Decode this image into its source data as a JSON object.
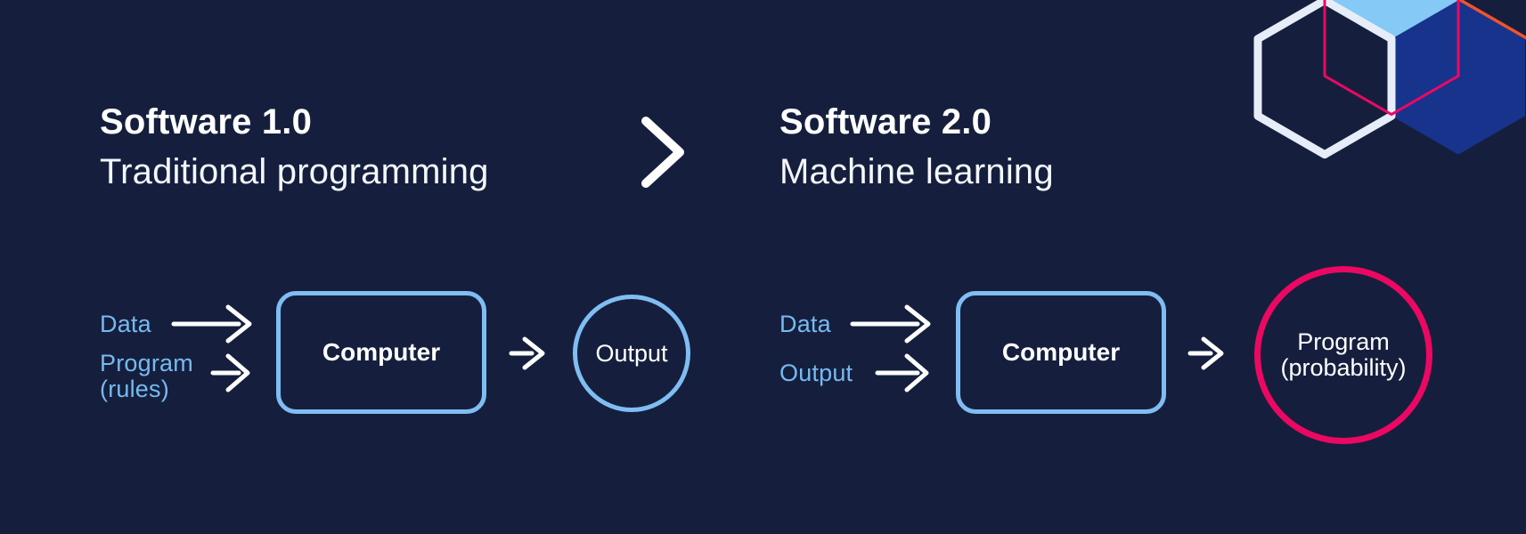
{
  "palette": {
    "background": "#151f3d",
    "accent_light_blue": "#77b9ef",
    "stroke_light_blue": "#7fbdf2",
    "sky_blue": "#85c9f7",
    "deep_blue": "#17338c",
    "pink": "#ec0862",
    "orange": "#f0532d",
    "off_white": "#e7edf8",
    "white": "#ffffff"
  },
  "header": {
    "left": {
      "title": "Software 1.0",
      "subtitle": "Traditional programming"
    },
    "right": {
      "title": "Software 2.0",
      "subtitle": "Machine learning"
    },
    "separator_icon": "chevron-right"
  },
  "left_diagram": {
    "input1": "Data",
    "input2_line1": "Program",
    "input2_line2": "(rules)",
    "process": "Computer",
    "result": "Output"
  },
  "right_diagram": {
    "input1": "Data",
    "input2": "Output",
    "process": "Computer",
    "result_line1": "Program",
    "result_line2": "(probability)"
  },
  "decoration": {
    "icons": [
      "hexagon-filled-sky-icon",
      "hexagon-filled-deep-blue-icon",
      "hexagon-edge-orange-icon",
      "hexagon-outline-white-icon",
      "hexagon-outline-pink-icon"
    ]
  }
}
